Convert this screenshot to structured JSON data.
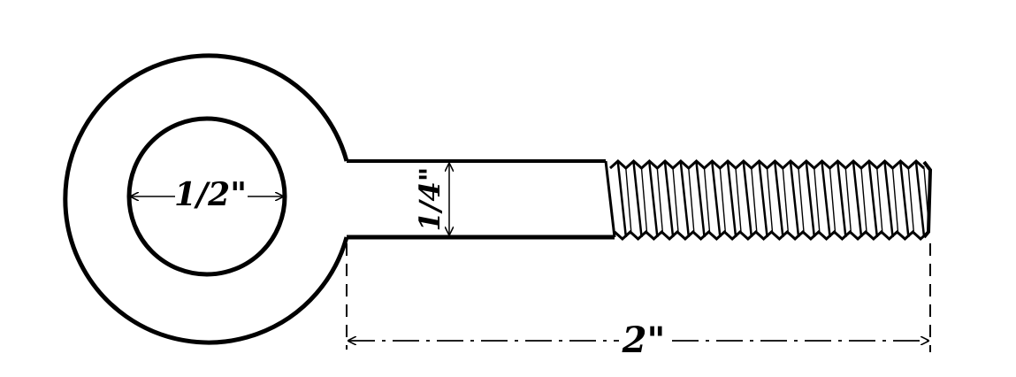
{
  "diagram": {
    "subject": "eye-bolt",
    "labels": {
      "eye_inner_diameter": "1/2\"",
      "shank_diameter": "1/4\"",
      "shank_length": "2\""
    },
    "colors": {
      "ink": "#000000",
      "background": "#ffffff"
    }
  }
}
